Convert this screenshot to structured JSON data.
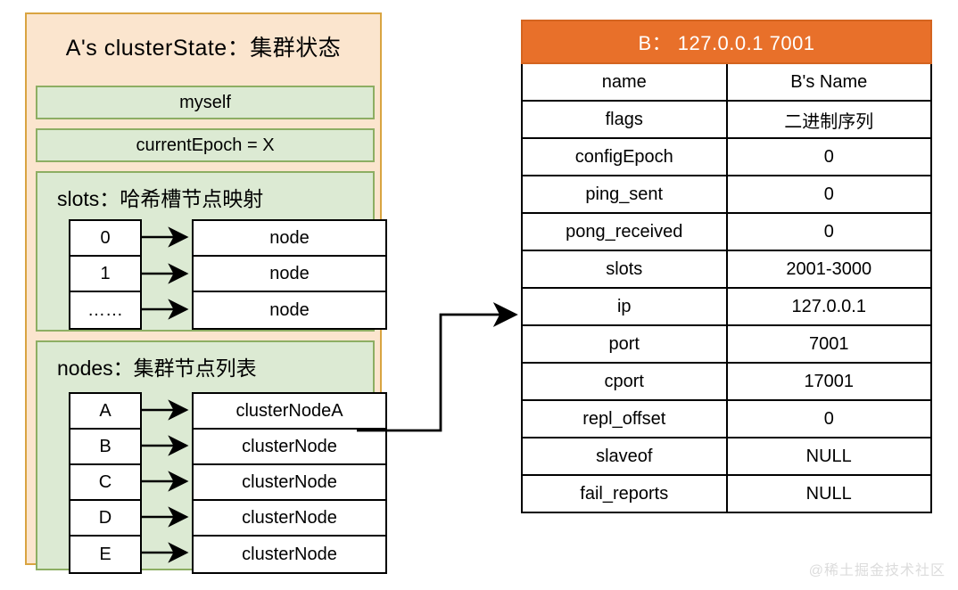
{
  "panel": {
    "title": "A's clusterState：集群状态",
    "myself": "myself",
    "current_epoch": "currentEpoch = X",
    "slots": {
      "title": "slots：哈希槽节点映射",
      "keys": [
        "0",
        "1",
        "……"
      ],
      "values": [
        "node",
        "node",
        "node"
      ]
    },
    "nodes": {
      "title": "nodes：集群节点列表",
      "keys": [
        "A",
        "B",
        "C",
        "D",
        "E"
      ],
      "values": [
        "clusterNodeA",
        "clusterNode",
        "clusterNode",
        "clusterNode",
        "clusterNode"
      ]
    }
  },
  "node_detail": {
    "header": "B： 127.0.0.1 7001",
    "rows": [
      {
        "field": "name",
        "value": "B's Name"
      },
      {
        "field": "flags",
        "value": "二进制序列"
      },
      {
        "field": "configEpoch",
        "value": "0"
      },
      {
        "field": "ping_sent",
        "value": "0"
      },
      {
        "field": "pong_received",
        "value": "0"
      },
      {
        "field": "slots",
        "value": "2001-3000"
      },
      {
        "field": "ip",
        "value": "127.0.0.1"
      },
      {
        "field": "port",
        "value": "7001"
      },
      {
        "field": "cport",
        "value": "17001"
      },
      {
        "field": "repl_offset",
        "value": "0"
      },
      {
        "field": "slaveof",
        "value": "NULL"
      },
      {
        "field": "fail_reports",
        "value": "NULL"
      }
    ]
  },
  "watermark": "@稀土掘金技术社区",
  "colors": {
    "panel_bg": "#FBE5CE",
    "panel_border": "#D9A441",
    "group_bg": "#DCEAD3",
    "group_border": "#8DAE63",
    "header_orange": "#E8702A",
    "line": "#000000"
  }
}
